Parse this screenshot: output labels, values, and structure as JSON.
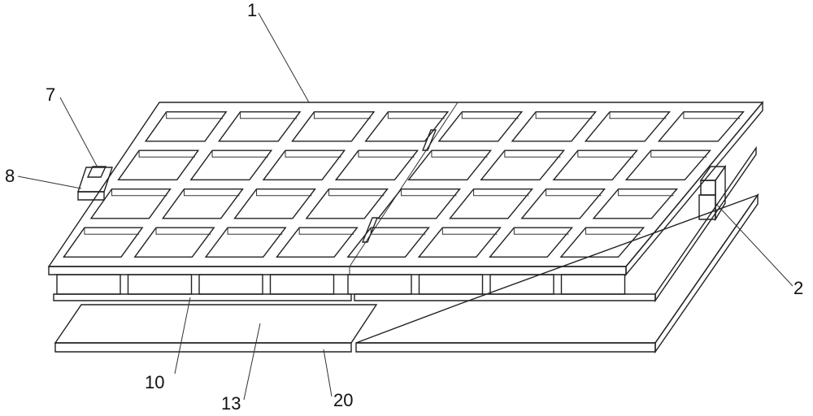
{
  "figure": {
    "labels": {
      "frame": "1",
      "hinge": "2",
      "clip": "7",
      "latch": "8",
      "grid_base": "10",
      "bottom_plate": "13",
      "plate_edge": "20"
    }
  }
}
